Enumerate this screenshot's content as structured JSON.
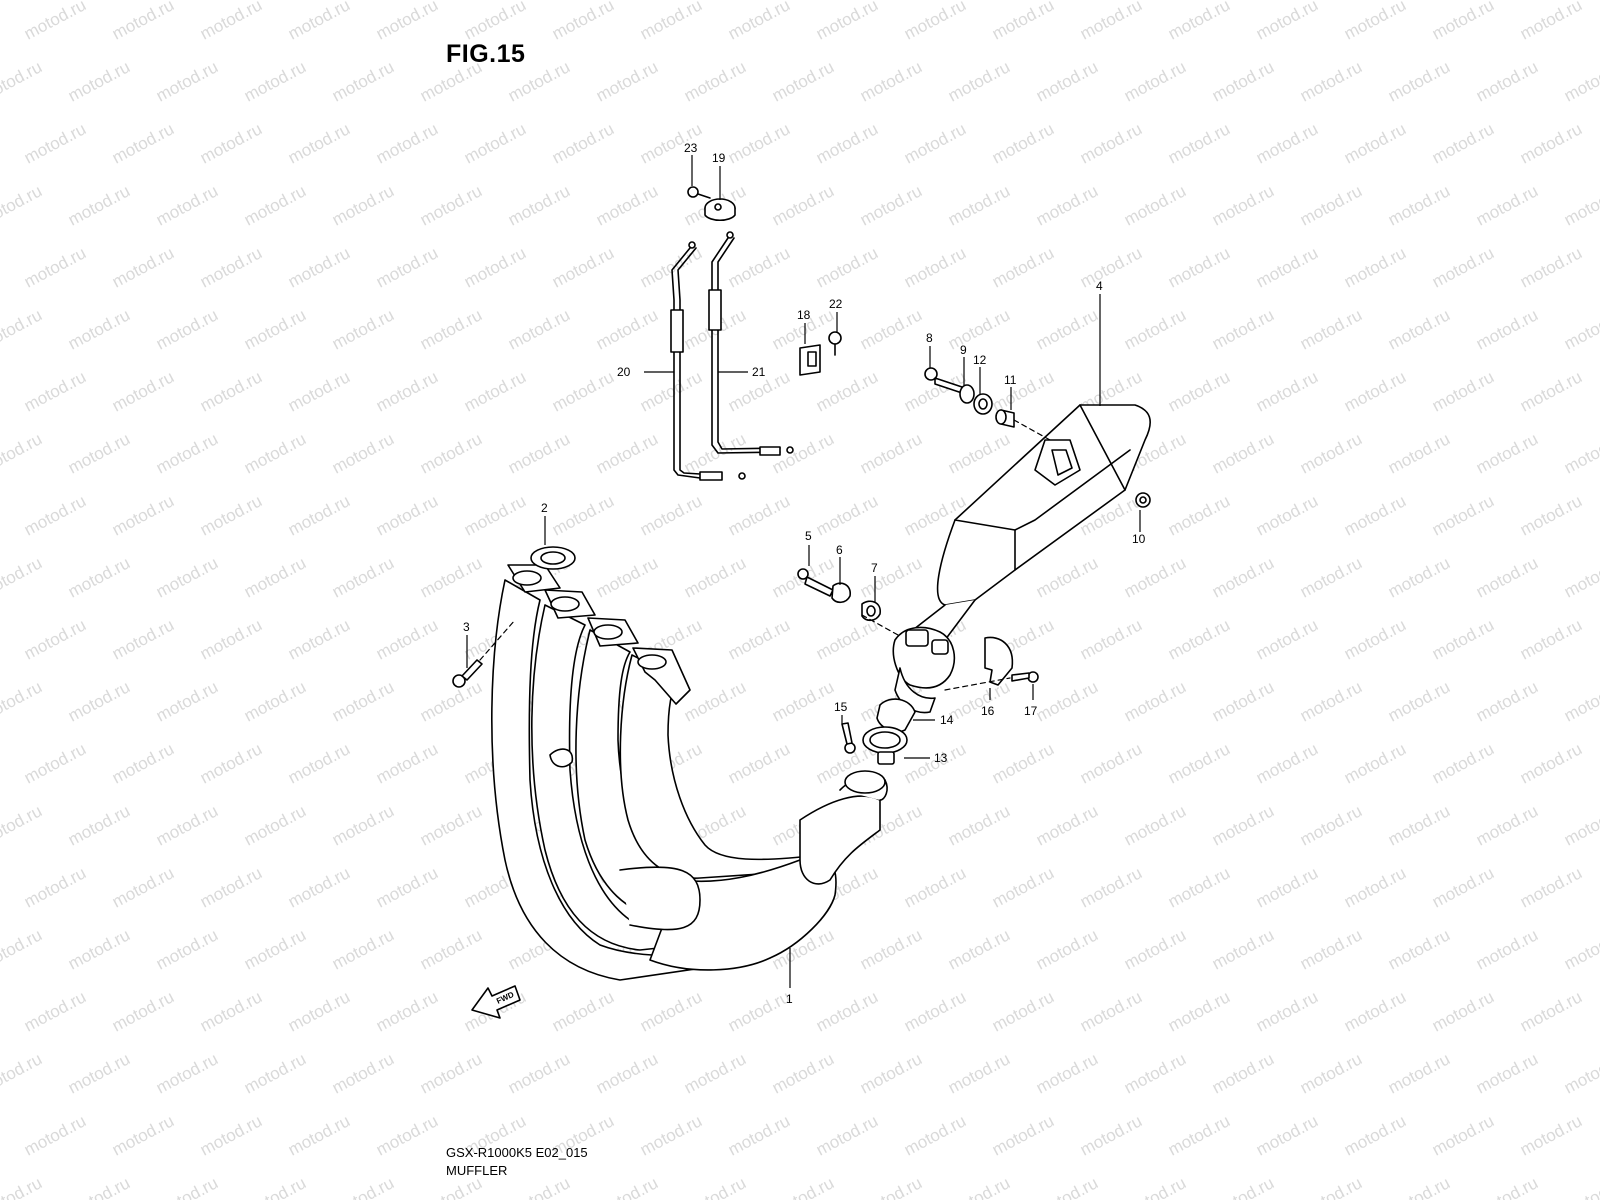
{
  "figure": {
    "title": "FIG.15",
    "code": "GSX-R1000K5 E02_015",
    "name": "MUFFLER"
  },
  "watermark": {
    "text": "motod.ru",
    "color": "#d9d9d9"
  },
  "fwd_arrow": {
    "label": "FWD"
  },
  "callouts": [
    {
      "id": "c1",
      "number": "1"
    },
    {
      "id": "c2",
      "number": "2"
    },
    {
      "id": "c3",
      "number": "3"
    },
    {
      "id": "c4",
      "number": "4"
    },
    {
      "id": "c5",
      "number": "5"
    },
    {
      "id": "c6",
      "number": "6"
    },
    {
      "id": "c7",
      "number": "7"
    },
    {
      "id": "c8",
      "number": "8"
    },
    {
      "id": "c9",
      "number": "9"
    },
    {
      "id": "c10",
      "number": "10"
    },
    {
      "id": "c11",
      "number": "11"
    },
    {
      "id": "c12",
      "number": "12"
    },
    {
      "id": "c13",
      "number": "13"
    },
    {
      "id": "c14",
      "number": "14"
    },
    {
      "id": "c15",
      "number": "15"
    },
    {
      "id": "c16",
      "number": "16"
    },
    {
      "id": "c17",
      "number": "17"
    },
    {
      "id": "c18",
      "number": "18"
    },
    {
      "id": "c19",
      "number": "19"
    },
    {
      "id": "c20",
      "number": "20"
    },
    {
      "id": "c21",
      "number": "21"
    },
    {
      "id": "c22",
      "number": "22"
    },
    {
      "id": "c23",
      "number": "23"
    }
  ]
}
